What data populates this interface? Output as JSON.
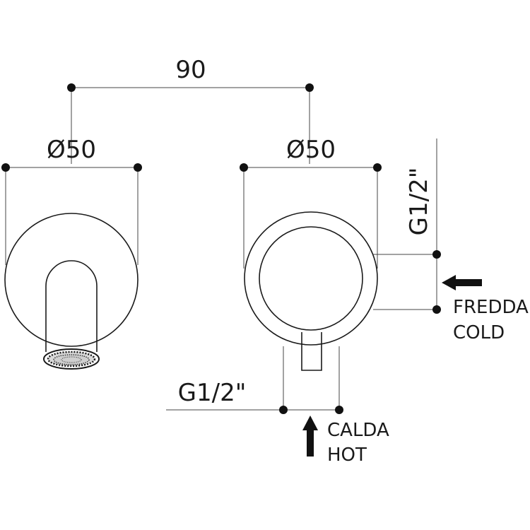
{
  "dimensions": {
    "center_distance": "90",
    "left_plate_diameter": "Ø50",
    "right_plate_diameter": "Ø50",
    "cold_thread": "G1/2\"",
    "hot_thread": "G1/2\""
  },
  "labels": {
    "cold_it": "FREDDA",
    "cold_en": "COLD",
    "hot_it": "CALDA",
    "hot_en": "HOT"
  },
  "icons": {
    "cold_arrow": "arrow-left-icon",
    "hot_arrow": "arrow-up-icon"
  }
}
